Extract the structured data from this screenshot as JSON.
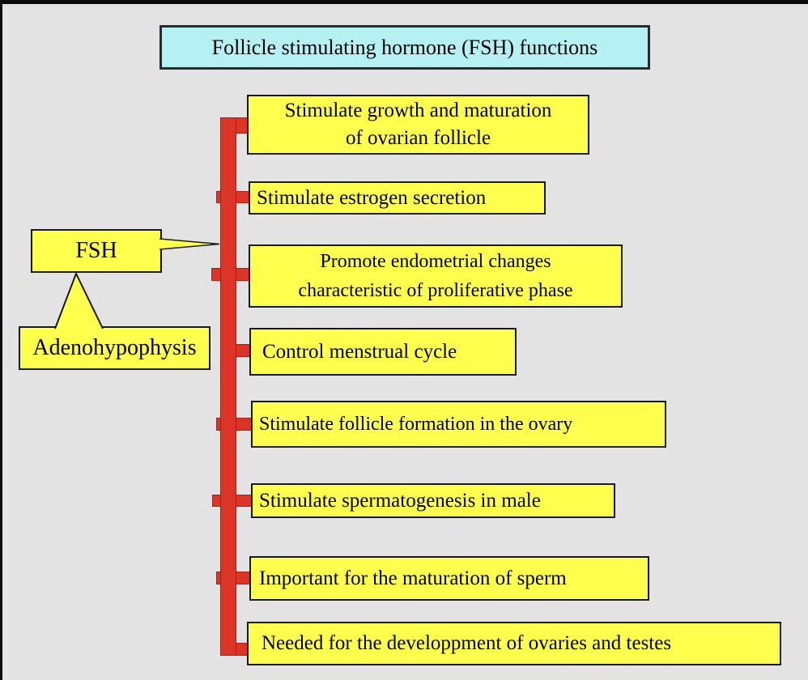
{
  "title": "Follicle stimulating hormone (FSH) functions",
  "source": {
    "hormone_label": "FSH",
    "gland_label": "Adenohypophysis"
  },
  "functions": [
    {
      "label": "Stimulate growth and maturation\nof ovarian follicle"
    },
    {
      "label": "Stimulate estrogen secretion"
    },
    {
      "label": "Promote endometrial changes\ncharacteristic of proliferative phase"
    },
    {
      "label": "Control menstrual cycle"
    },
    {
      "label": "Stimulate follicle formation in the ovary"
    },
    {
      "label": "Stimulate spermatogenesis in male"
    },
    {
      "label": "Important for the maturation of sperm"
    },
    {
      "label": "Needed for the developpment of ovaries and testes"
    }
  ],
  "colors": {
    "background": "#e3e3e3",
    "box_fill": "#ffff4d",
    "title_fill": "#b5f1f3",
    "connector_red": "#dc3426",
    "border_dark": "#1a1a1a"
  }
}
